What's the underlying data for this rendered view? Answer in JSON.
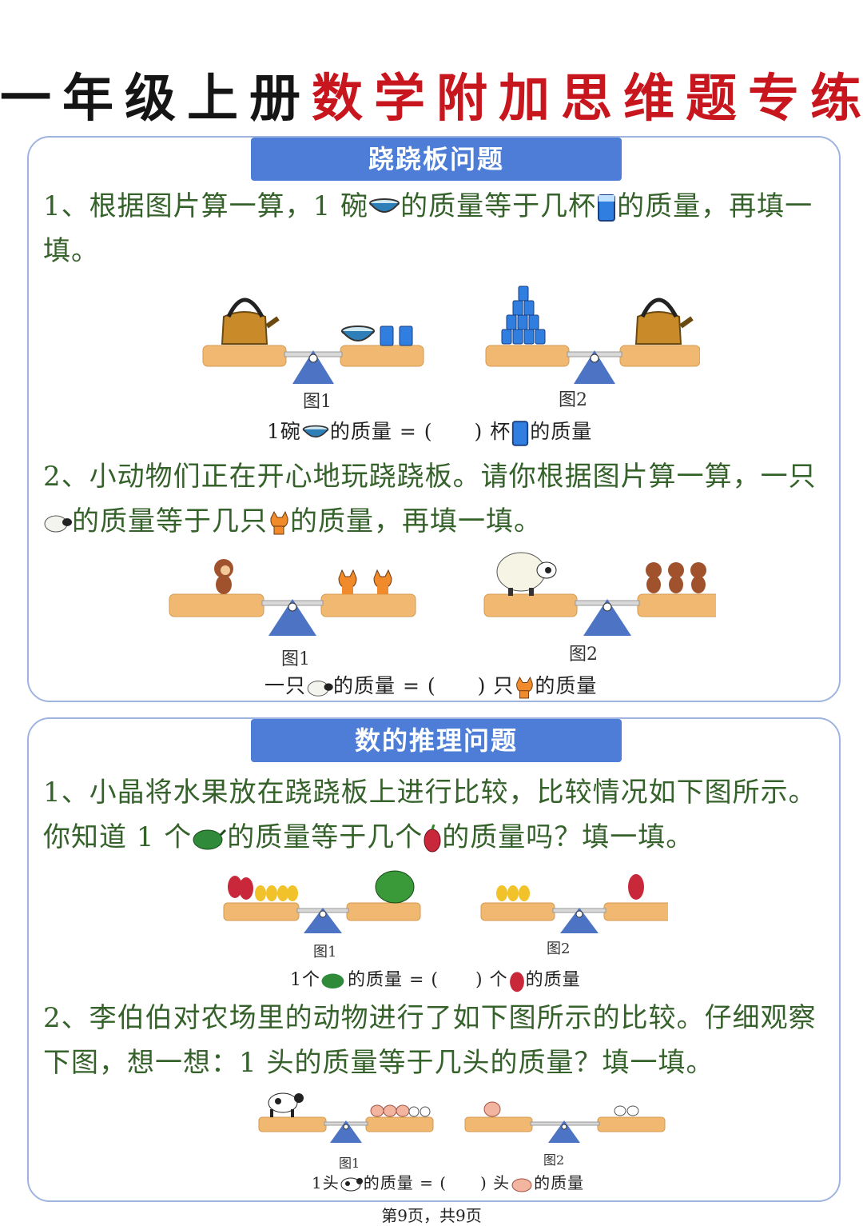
{
  "title": {
    "black": "一年级上册",
    "red": "数学附加思维题专练"
  },
  "section1": {
    "banner": "跷跷板问题",
    "q1": {
      "pre": "1、根据图片算一算，1 碗",
      "mid": "的质量等于几杯",
      "post": "的质量，再填一填。",
      "fig1": "图1",
      "fig2": "图2",
      "fill_a": "1碗",
      "fill_b": "的质量 = (　　) 杯",
      "fill_c": "的质量"
    },
    "q2": {
      "pre": "2、小动物们正在开心地玩跷跷板。请你根据图片算一算，一只",
      "mid": "的质量等于几只",
      "post": "的质量，再填一填。",
      "fig1": "图1",
      "fig2": "图2",
      "fill_a": "一只",
      "fill_b": "的质量 = (　　) 只",
      "fill_c": "的质量"
    }
  },
  "section2": {
    "banner": "数的推理问题",
    "q1": {
      "pre": "1、小晶将水果放在跷跷板上进行比较，比较情况如下图所示。你知道 1 个",
      "mid": "的质量等于几个",
      "post": "的质量吗？填一填。",
      "fig1": "图1",
      "fig2": "图2",
      "fill_a": "1个",
      "fill_b": "的质量 = (　　) 个",
      "fill_c": "的质量"
    },
    "q2": {
      "text": "2、李伯伯对农场里的动物进行了如下图所示的比较。仔细观察下图，想一想：1 头的质量等于几头的质量？填一填。",
      "fig1": "图1",
      "fig2": "图2",
      "fill_a": "1头",
      "fill_b": "的质量 = (　　) 头",
      "fill_c": "的质量"
    }
  },
  "footer": "第9页，共9页",
  "colors": {
    "accent": "#4d7dd6",
    "title_red": "#c8161e",
    "text_green": "#35612a",
    "board": "#f0b870",
    "pivot": "#4d74c4"
  },
  "icons": [
    "bowl-icon",
    "cup-icon",
    "sheep-icon",
    "cat-icon",
    "watermelon-icon",
    "dragonfruit-icon",
    "kettle-icon",
    "monkey-icon",
    "pear-icon",
    "cow-icon",
    "pig-icon"
  ]
}
